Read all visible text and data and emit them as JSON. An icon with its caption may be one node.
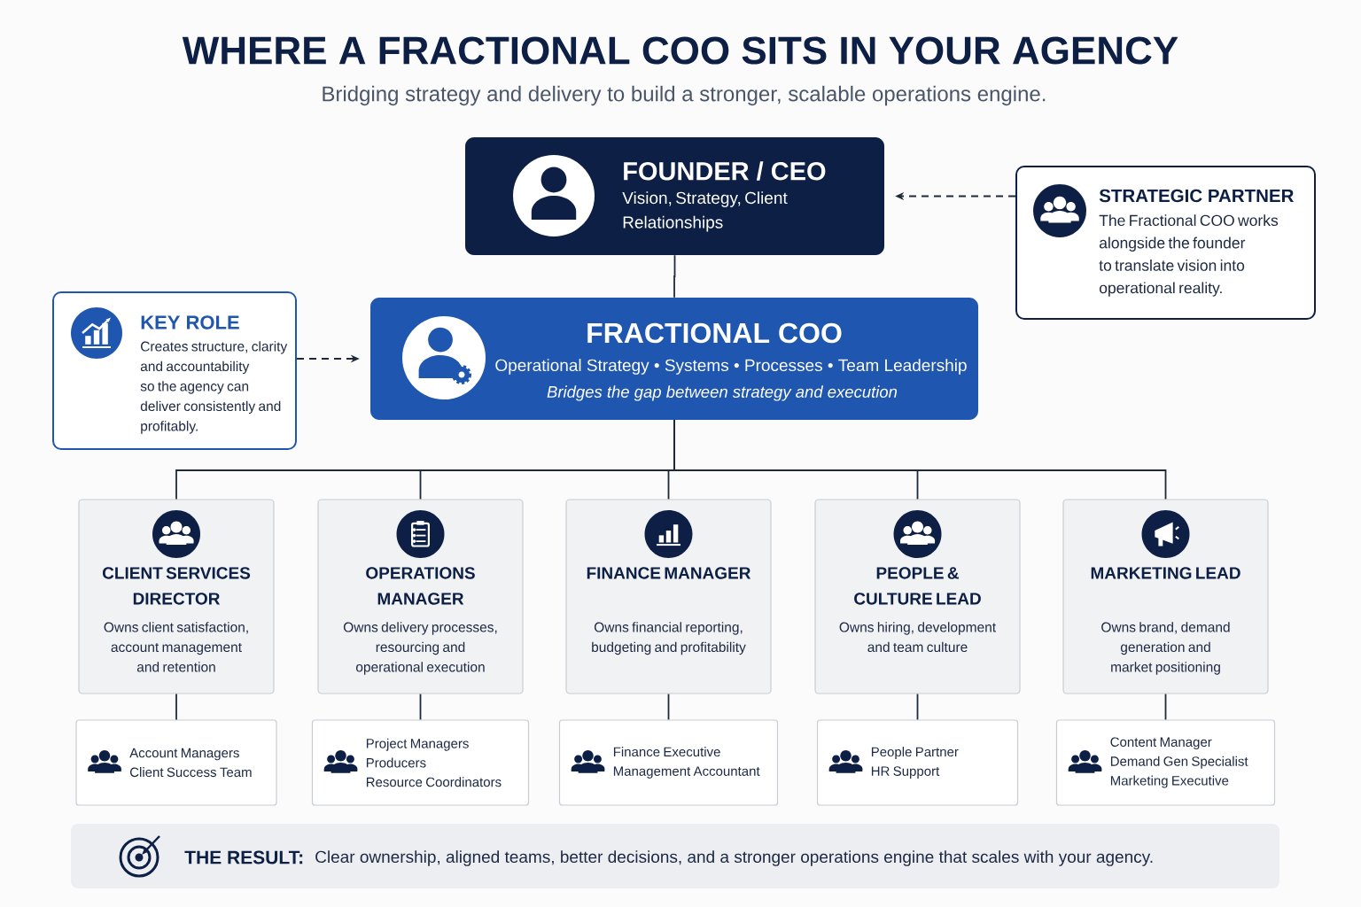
{
  "diagram": {
    "title": "WHERE A FRACTIONAL COO SITS IN YOUR AGENCY",
    "nodes": [
      {
        "text": [
          "FOUNDER / CEO",
          "Vision, Strategy, Client Relationships"
        ]
      },
      {
        "text": [
          "STRATEGIC PARTNER",
          "The Fractional COO works alongside the founder to translate vision into operational reality."
        ]
      },
      {
        "text": [
          "KEY ROLE",
          "Creates structure, clarity and accountability so the agency can deliver consistently and profitably."
        ]
      },
      {
        "text": [
          "FRACTIONAL COO",
          "Operational Strategy • Systems • Processes • Team Leadership",
          "Bridges the gap between strategy and execution"
        ]
      },
      {
        "text": [
          "CLIENT SERVICES DIRECTOR",
          "Owns client satisfaction, account management and retention"
        ]
      },
      {
        "text": [
          "OPERATIONS MANAGER",
          "Owns delivery processes, resourcing and operational execution"
        ]
      },
      {
        "text": [
          "FINANCE MANAGER",
          "Owns financial reporting, budgeting and profitability"
        ]
      },
      {
        "text": [
          "PEOPLE & CULTURE LEAD",
          "Owns hiring, development and team culture"
        ]
      },
      {
        "text": [
          "MARKETING LEAD",
          "Owns brand, demand generation and market positioning"
        ]
      },
      {
        "text": [
          "Account Managers",
          "Client Success Team"
        ]
      },
      {
        "text": [
          "Project Managers",
          "Producers",
          "Resource Coordinators"
        ]
      },
      {
        "text": [
          "Finance Executive",
          "Management Accountant"
        ]
      },
      {
        "text": [
          "People Partner",
          "HR Support"
        ]
      },
      {
        "text": [
          "Content Manager",
          "Demand Gen Specialist",
          "Marketing Executive"
        ]
      },
      {
        "text": [
          "THE RESULT:",
          "Clear ownership, aligned teams, better decisions, and a stronger operations engine that scales with your agency."
        ]
      }
    ],
    "edges": [
      {
        "from": 1,
        "to": 0,
        "arrow": "to",
        "style": "dashed"
      },
      {
        "from": 0,
        "to": 3,
        "arrow": "none"
      },
      {
        "from": 2,
        "to": 3,
        "arrow": "to",
        "style": "dashed"
      },
      {
        "from": 3,
        "to": 4,
        "arrow": "none"
      },
      {
        "from": 3,
        "to": 5,
        "arrow": "none"
      },
      {
        "from": 3,
        "to": 6,
        "arrow": "none"
      },
      {
        "from": 3,
        "to": 7,
        "arrow": "none"
      },
      {
        "from": 3,
        "to": 8,
        "arrow": "none"
      },
      {
        "from": 4,
        "to": 9,
        "arrow": "none"
      },
      {
        "from": 5,
        "to": 10,
        "arrow": "none"
      },
      {
        "from": 6,
        "to": 11,
        "arrow": "none"
      },
      {
        "from": 7,
        "to": 12,
        "arrow": "none"
      },
      {
        "from": 8,
        "to": 13,
        "arrow": "none"
      }
    ],
    "labels": [
      "Bridging strategy and delivery to build a stronger, scalable operations engine."
    ]
  }
}
